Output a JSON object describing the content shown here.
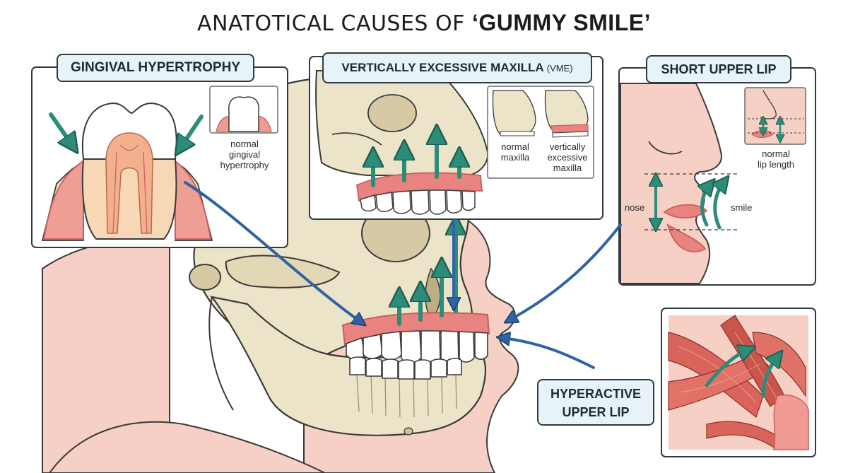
{
  "title": {
    "prefix": "ANATOTICAL CAUSES OF",
    "emphasis": "‘GUMMY SMILE’"
  },
  "panels": {
    "gingival": {
      "heading": "GINGIVAL HYPERTROPHY",
      "inset_labels": [
        "normal",
        "gingival",
        "hypertrophy"
      ]
    },
    "vme": {
      "heading": "VERTICALLY EXCESSIVE MAXILLA",
      "heading_suffix": "(VME)",
      "label_normal": [
        "normal",
        "maxilla"
      ],
      "label_excessive": [
        "vertically",
        "excessive",
        "maxilla"
      ]
    },
    "short_lip": {
      "heading": "SHORT UPPER LIP",
      "inset_labels": [
        "normal",
        "lip length"
      ],
      "label_nose": "nose",
      "label_smile": "smile"
    },
    "hyperactive": {
      "heading_lines": [
        "HYPERACTIVE",
        "UPPER LIP"
      ]
    }
  },
  "colors": {
    "bone": "#ece4c8",
    "bone_shadow": "#cdbf98",
    "gum": "#e8837f",
    "gum_dark": "#c95f5f",
    "tooth": "#ffffff",
    "skin": "#f6d0c4",
    "arrow_teal": "#2c8c7a",
    "arrow_blue": "#2f63a4",
    "outline": "#3a3a3a",
    "tab_fill": "#e7f3f6",
    "muscle": "#d9645c"
  }
}
